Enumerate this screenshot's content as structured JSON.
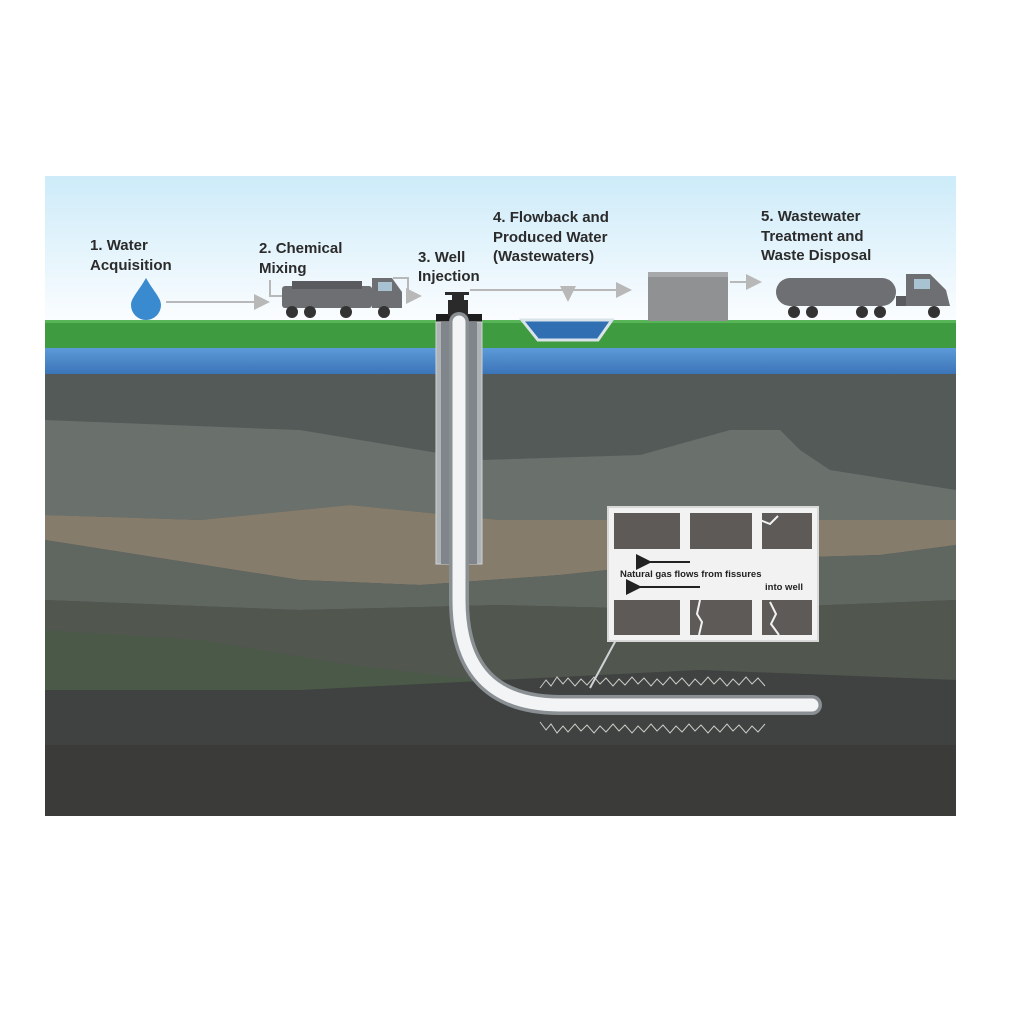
{
  "steps": [
    {
      "number": "1.",
      "line1": "Water",
      "line2": "Acquisition"
    },
    {
      "number": "2.",
      "line1": "Chemical",
      "line2": "Mixing"
    },
    {
      "number": "3.",
      "line1": "Well",
      "line2": "Injection"
    },
    {
      "number": "4.",
      "line1": "Flowback and",
      "line2": "Produced Water",
      "line3": "(Wastewaters)"
    },
    {
      "number": "5.",
      "line1": "Wastewater",
      "line2": "Treatment and",
      "line3": "Waste Disposal"
    }
  ],
  "inset": {
    "line1": "Natural gas flows from fissures",
    "line2": "into well"
  },
  "colors": {
    "sky_top": "#d8f0fb",
    "sky_bottom": "#ffffff",
    "grass": "#3e9a3e",
    "aquifer": "#4a88cc",
    "water_drop": "#3a8ad0",
    "arrow": "#b8b8b8"
  }
}
